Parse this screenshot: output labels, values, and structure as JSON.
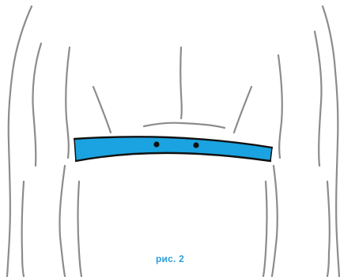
{
  "figure": {
    "caption": "рис. 2"
  },
  "colors": {
    "outline": "#8c8c8c",
    "strap_fill": "#1aa3e0",
    "strap_edge": "#111111",
    "caption": "#2a9fd8"
  },
  "icons": {
    "torso": "torso-back-outline",
    "strap": "chest-strap",
    "sensor_contacts": "dot"
  }
}
